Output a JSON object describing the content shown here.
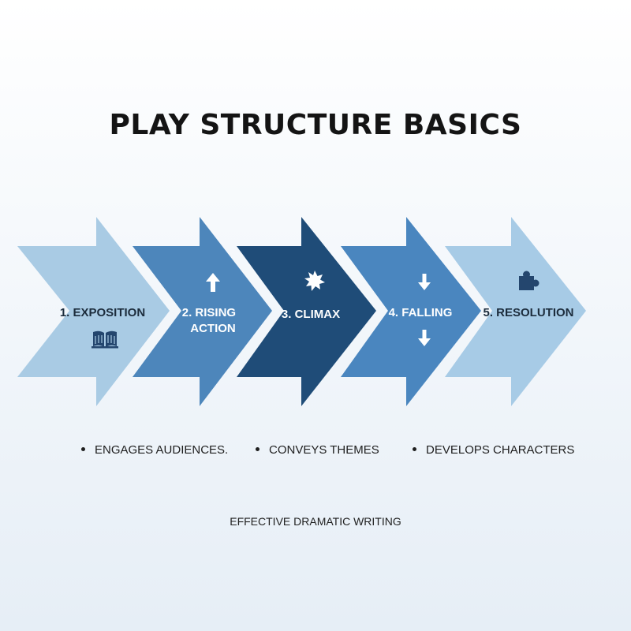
{
  "title": "PLAY STRUCTURE BASICS",
  "stages": [
    {
      "label_lines": [
        "1. EXPOSITION"
      ],
      "icon": "book-icon",
      "color": "#a9cbe4",
      "text_color": "#1c2c3c"
    },
    {
      "label_lines": [
        "2. RISING",
        "ACTION"
      ],
      "icon": "arrow-up-icon",
      "color": "#4d86bb",
      "text_color": "#ffffff"
    },
    {
      "label_lines": [
        "3. CLIMAX"
      ],
      "icon": "starburst-icon",
      "color": "#1f4c78",
      "text_color": "#ffffff"
    },
    {
      "label_lines": [
        "4. FALLING"
      ],
      "icon": "arrow-down-icon",
      "color": "#4a86bf",
      "text_color": "#ffffff"
    },
    {
      "label_lines": [
        "5. RESOLUTION"
      ],
      "icon": "puzzle-icon",
      "color": "#a7cbe6",
      "text_color": "#1c2c3c"
    }
  ],
  "bullets": [
    "ENGAGES AUDIENCES.",
    "CONVEYS THEMES",
    "DEVELOPS CHARACTERS"
  ],
  "footer": "EFFECTIVE DRAMATIC WRITING",
  "colors": {
    "title": "#141414",
    "icon_dark": "#24466e",
    "icon_light": "#ffffff"
  }
}
